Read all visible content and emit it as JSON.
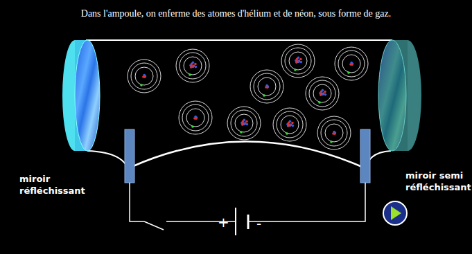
{
  "diagram": {
    "title": "Dans l'ampoule, on enferme des atomes d'hélium et de néon, sous forme de gaz.",
    "labels": [
      "miroir réfléchissant",
      "miroir semi réfléchissant",
      "+",
      "-"
    ]
  }
}
